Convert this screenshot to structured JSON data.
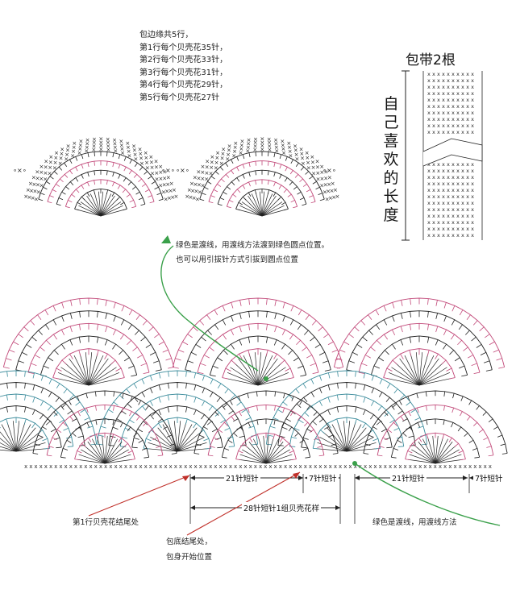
{
  "notes": {
    "lines": [
      "包边缘共5行，",
      "第1行每个贝壳花35针，",
      "第2行每个贝壳花33针，",
      "第3行每个贝壳花31针，",
      "第4行每个贝壳花29针，",
      "第5行每个贝壳花27针"
    ]
  },
  "strap": {
    "title": "包带2根",
    "length_label": [
      "自",
      "己",
      "喜",
      "欢",
      "的",
      "长",
      "度"
    ]
  },
  "annotations": {
    "green_top_1": "绿色是渡线，用渡线方法渡到绿色圆点位置。",
    "green_top_2": "也可以用引拔针方式引拔到圆点位置",
    "green_bottom": "绿色是渡线，用渡线方法",
    "row1_end": "第1行贝壳花结尾处",
    "base_end_1": "包底结尾处，",
    "base_end_2": "包身开始位置"
  },
  "dimensions": {
    "d21_left": "21针短针",
    "d7_left": "7针短针",
    "d21_right": "21针短针",
    "d7_right": "7针短针",
    "d28": "28针短针1组贝壳花样"
  },
  "colors": {
    "pink": "#c24a7a",
    "teal": "#3c8c9c",
    "dark": "#222222",
    "green": "#3aa04a",
    "red_arrow": "#c0302a"
  }
}
